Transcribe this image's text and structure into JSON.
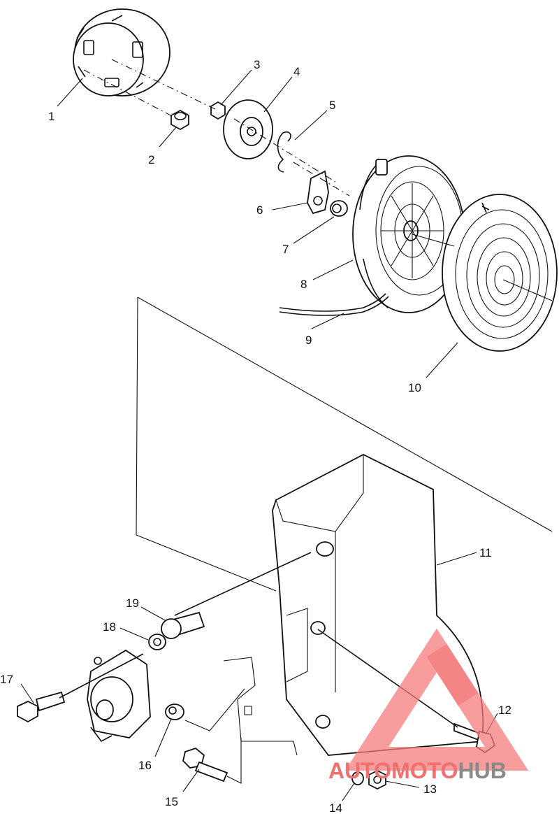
{
  "callouts": [
    {
      "label": "1"
    },
    {
      "label": "2"
    },
    {
      "label": "3"
    },
    {
      "label": "4"
    },
    {
      "label": "5"
    },
    {
      "label": "6"
    },
    {
      "label": "7"
    },
    {
      "label": "8"
    },
    {
      "label": "9"
    },
    {
      "label": "10"
    },
    {
      "label": "11"
    },
    {
      "label": "12"
    },
    {
      "label": "13"
    },
    {
      "label": "14"
    },
    {
      "label": "15"
    },
    {
      "label": "16"
    },
    {
      "label": "17"
    },
    {
      "label": "18"
    },
    {
      "label": "19"
    }
  ],
  "watermark": {
    "text_accent": "AUTOMOTO",
    "text_dark": "HUB",
    "accent_color": "#f07070",
    "dark_color": "#8a8a8a"
  }
}
